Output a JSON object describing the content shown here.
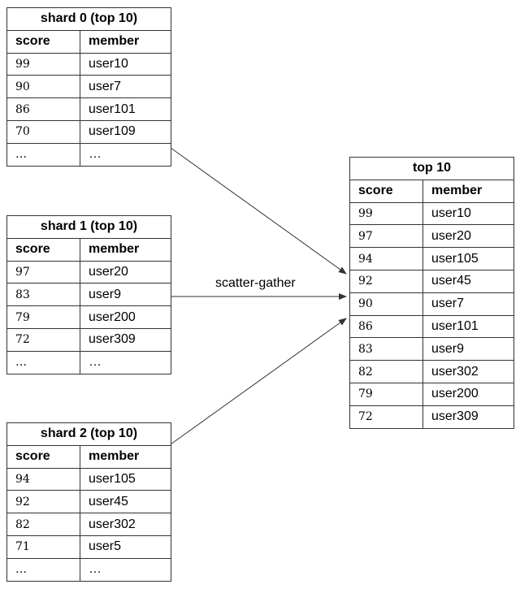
{
  "shards": [
    {
      "title": "shard 0 (top 10)",
      "col_score": "score",
      "col_member": "member",
      "rows": [
        {
          "score": "99",
          "member": "user10"
        },
        {
          "score": "90",
          "member": "user7"
        },
        {
          "score": "86",
          "member": "user101"
        },
        {
          "score": "70",
          "member": "user109"
        },
        {
          "score": "…",
          "member": "…"
        }
      ]
    },
    {
      "title": "shard 1 (top 10)",
      "col_score": "score",
      "col_member": "member",
      "rows": [
        {
          "score": "97",
          "member": "user20"
        },
        {
          "score": "83",
          "member": "user9"
        },
        {
          "score": "79",
          "member": "user200"
        },
        {
          "score": "72",
          "member": "user309"
        },
        {
          "score": "…",
          "member": "…"
        }
      ]
    },
    {
      "title": "shard 2 (top 10)",
      "col_score": "score",
      "col_member": "member",
      "rows": [
        {
          "score": "94",
          "member": "user105"
        },
        {
          "score": "92",
          "member": "user45"
        },
        {
          "score": "82",
          "member": "user302"
        },
        {
          "score": "71",
          "member": "user5"
        },
        {
          "score": "…",
          "member": "…"
        }
      ]
    }
  ],
  "result": {
    "title": "top 10",
    "col_score": "score",
    "col_member": "member",
    "rows": [
      {
        "score": "99",
        "member": "user10"
      },
      {
        "score": "97",
        "member": "user20"
      },
      {
        "score": "94",
        "member": "user105"
      },
      {
        "score": "92",
        "member": "user45"
      },
      {
        "score": "90",
        "member": "user7"
      },
      {
        "score": "86",
        "member": "user101"
      },
      {
        "score": "83",
        "member": "user9"
      },
      {
        "score": "82",
        "member": "user302"
      },
      {
        "score": "79",
        "member": "user200"
      },
      {
        "score": "72",
        "member": "user309"
      }
    ]
  },
  "edge_label": "scatter-gather",
  "colors": {
    "line": "#333333",
    "border": "#333333",
    "text": "#000000"
  }
}
